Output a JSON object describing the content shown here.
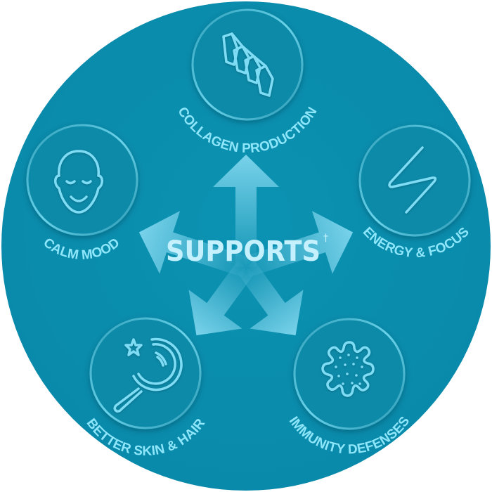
{
  "colors": {
    "background": "#ffffff",
    "main_circle": "#0a8fae",
    "badge_fill": "#0a8aa8",
    "badge_ring": "#5fcbe3",
    "icon_stroke": "#7fdcf5",
    "label_color": "#8ee6fa",
    "title_color": "#c4f1fd",
    "arrow_color": "#6fd2ee"
  },
  "center": {
    "title": "SUPPORTS",
    "dagger": "†"
  },
  "benefits": [
    {
      "id": "collagen",
      "label": "COLLAGEN PRODUCTION",
      "icon": "collagen-helix-icon"
    },
    {
      "id": "energy",
      "label": "ENERGY & FOCUS",
      "icon": "lightning-bolt-icon"
    },
    {
      "id": "immunity",
      "label": "IMMUNITY DEFENSES",
      "icon": "virus-cell-icon"
    },
    {
      "id": "skin",
      "label": "BETTER SKIN & HAIR",
      "icon": "hand-mirror-star-icon"
    },
    {
      "id": "mood",
      "label": "CALM MOOD",
      "icon": "calm-face-icon"
    }
  ]
}
